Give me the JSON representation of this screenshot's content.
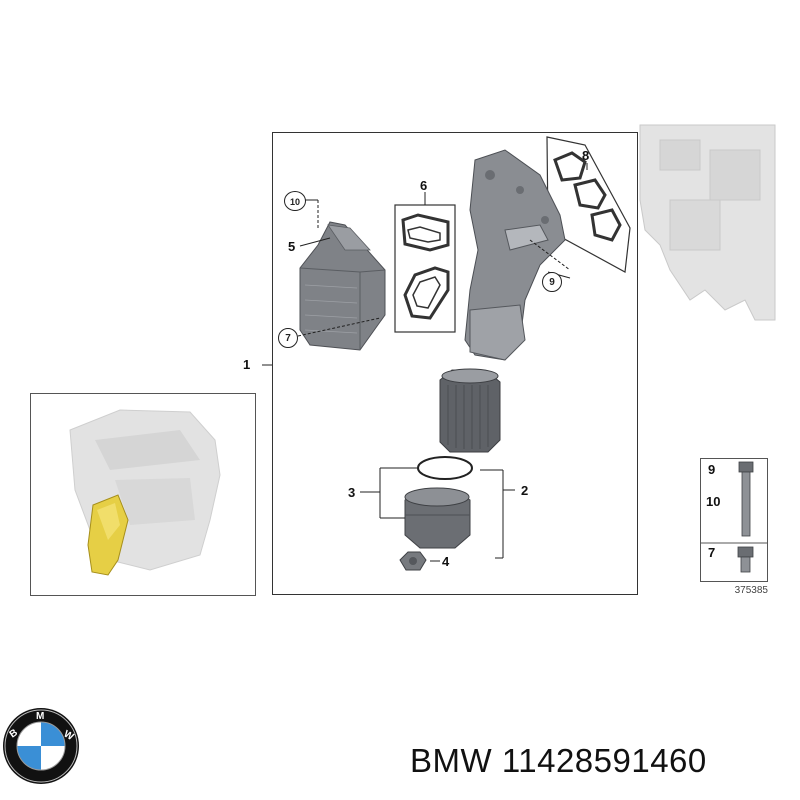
{
  "parts": {
    "p1": "1",
    "p2": "2",
    "p3": "3",
    "p4": "4",
    "p5": "5",
    "p6": "6",
    "p7": "7",
    "p8": "8",
    "p9": "9",
    "p10": "10"
  },
  "hardware": {
    "n9": "9",
    "n10": "10",
    "n7": "7"
  },
  "ref_code": "375385",
  "caption": {
    "brand": "BMW",
    "part_number": "11428591460",
    "full": "BMW 11428591460"
  },
  "colors": {
    "part_gray": "#8f9196",
    "part_dark": "#5e6166",
    "ghost_engine": "#dcdcdc",
    "highlight": "#e8d24a"
  }
}
